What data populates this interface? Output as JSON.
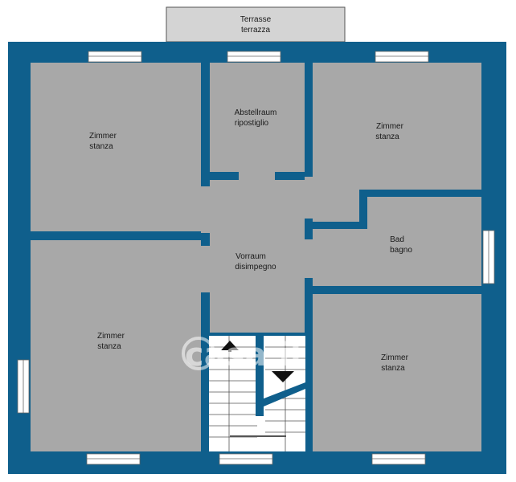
{
  "rooms": {
    "terrace": {
      "line1": "Terrasse",
      "line2": "terrazza"
    },
    "storage": {
      "line1": "Abstellraum",
      "line2": "ripostiglio"
    },
    "room_top_left": {
      "line1": "Zimmer",
      "line2": "stanza"
    },
    "room_top_right": {
      "line1": "Zimmer",
      "line2": "stanza"
    },
    "bathroom": {
      "line1": "Bad",
      "line2": "bagno"
    },
    "hallway": {
      "line1": "Vorraum",
      "line2": "disimpegno"
    },
    "room_bottom_left": {
      "line1": "Zimmer",
      "line2": "stanza"
    },
    "room_bottom_right": {
      "line1": "Zimmer",
      "line2": "stanza"
    }
  },
  "watermark": {
    "text": "casa.it"
  },
  "colors": {
    "wall": "#0f5f8c",
    "room_fill": "#a8a8a8",
    "terrace_fill": "#d4d4d4",
    "window": "#ffffff",
    "label": "#1a1a1a"
  }
}
